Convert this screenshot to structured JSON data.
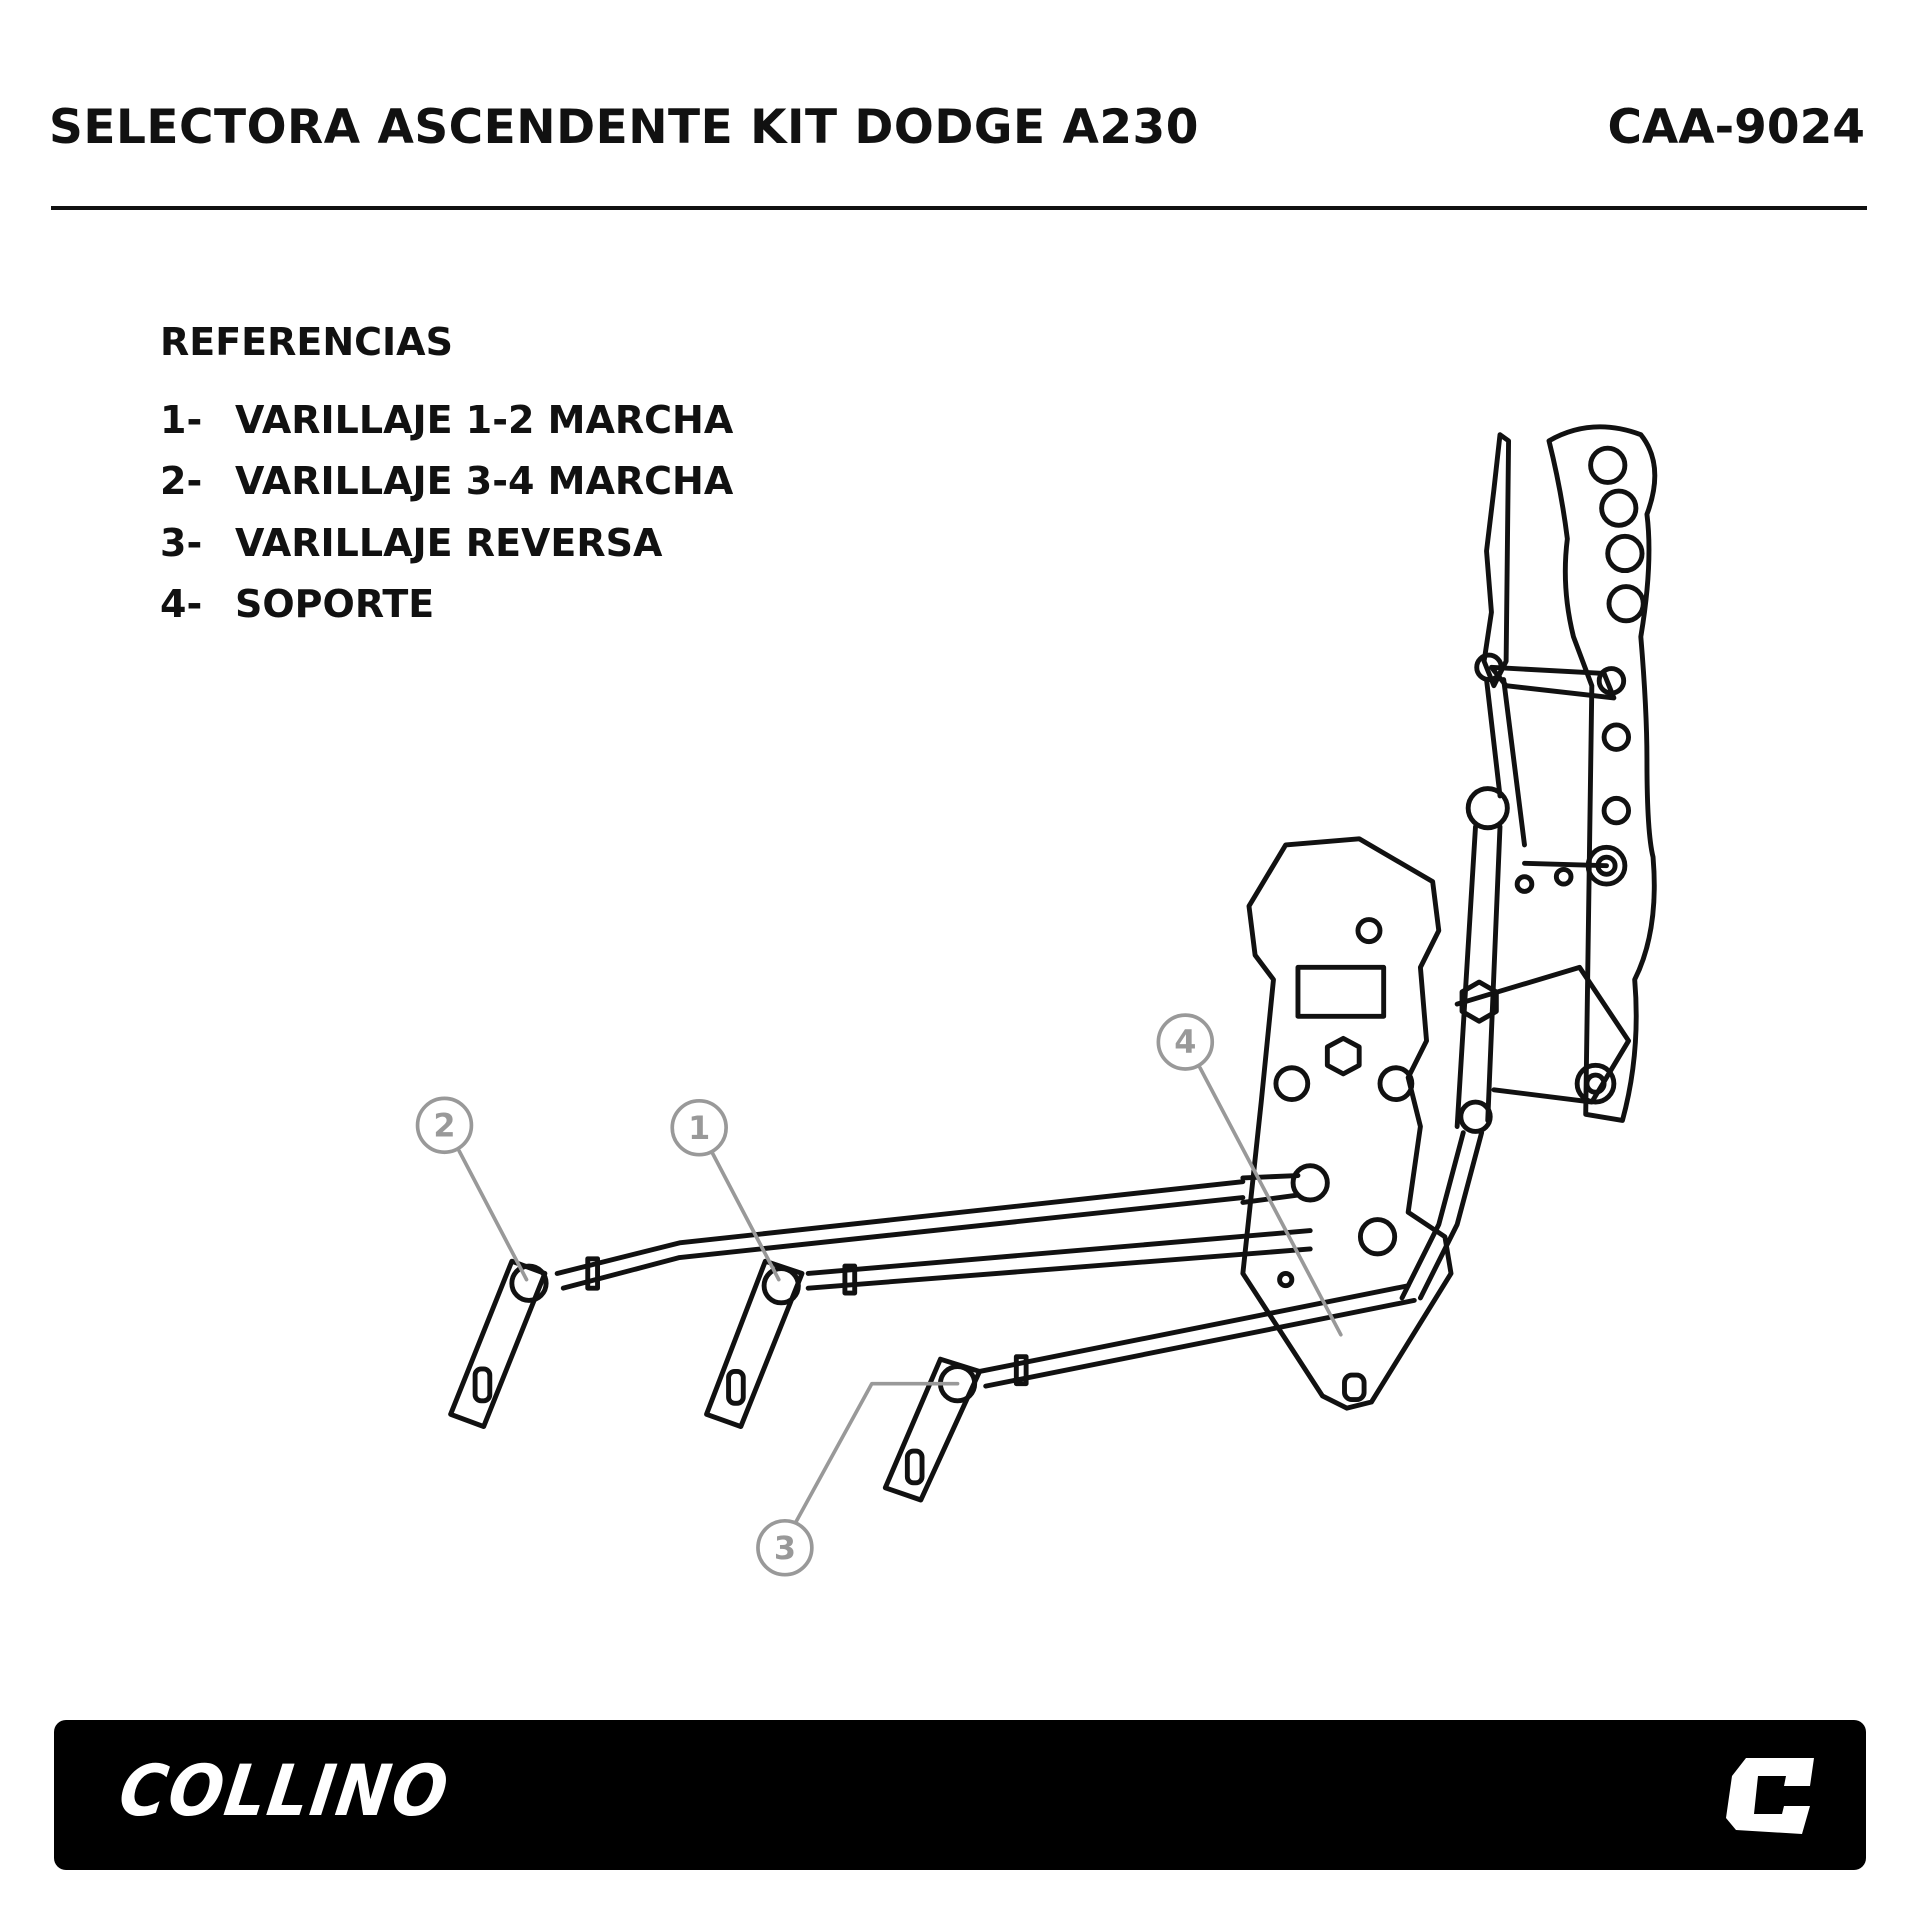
{
  "header": {
    "title": "SELECTORA ASCENDENTE KIT DODGE A230",
    "code": "CAA-9024"
  },
  "references": {
    "heading": "REFERENCIAS",
    "items": [
      {
        "num": "1-",
        "label": "VARILLAJE 1-2 MARCHA"
      },
      {
        "num": "2-",
        "label": "VARILLAJE 3-4 MARCHA"
      },
      {
        "num": "3-",
        "label": "VARILLAJE REVERSA"
      },
      {
        "num": "4-",
        "label": "SOPORTE"
      }
    ]
  },
  "callouts": [
    "1",
    "2",
    "3",
    "4"
  ],
  "footer": {
    "brand": "COLLINO"
  }
}
